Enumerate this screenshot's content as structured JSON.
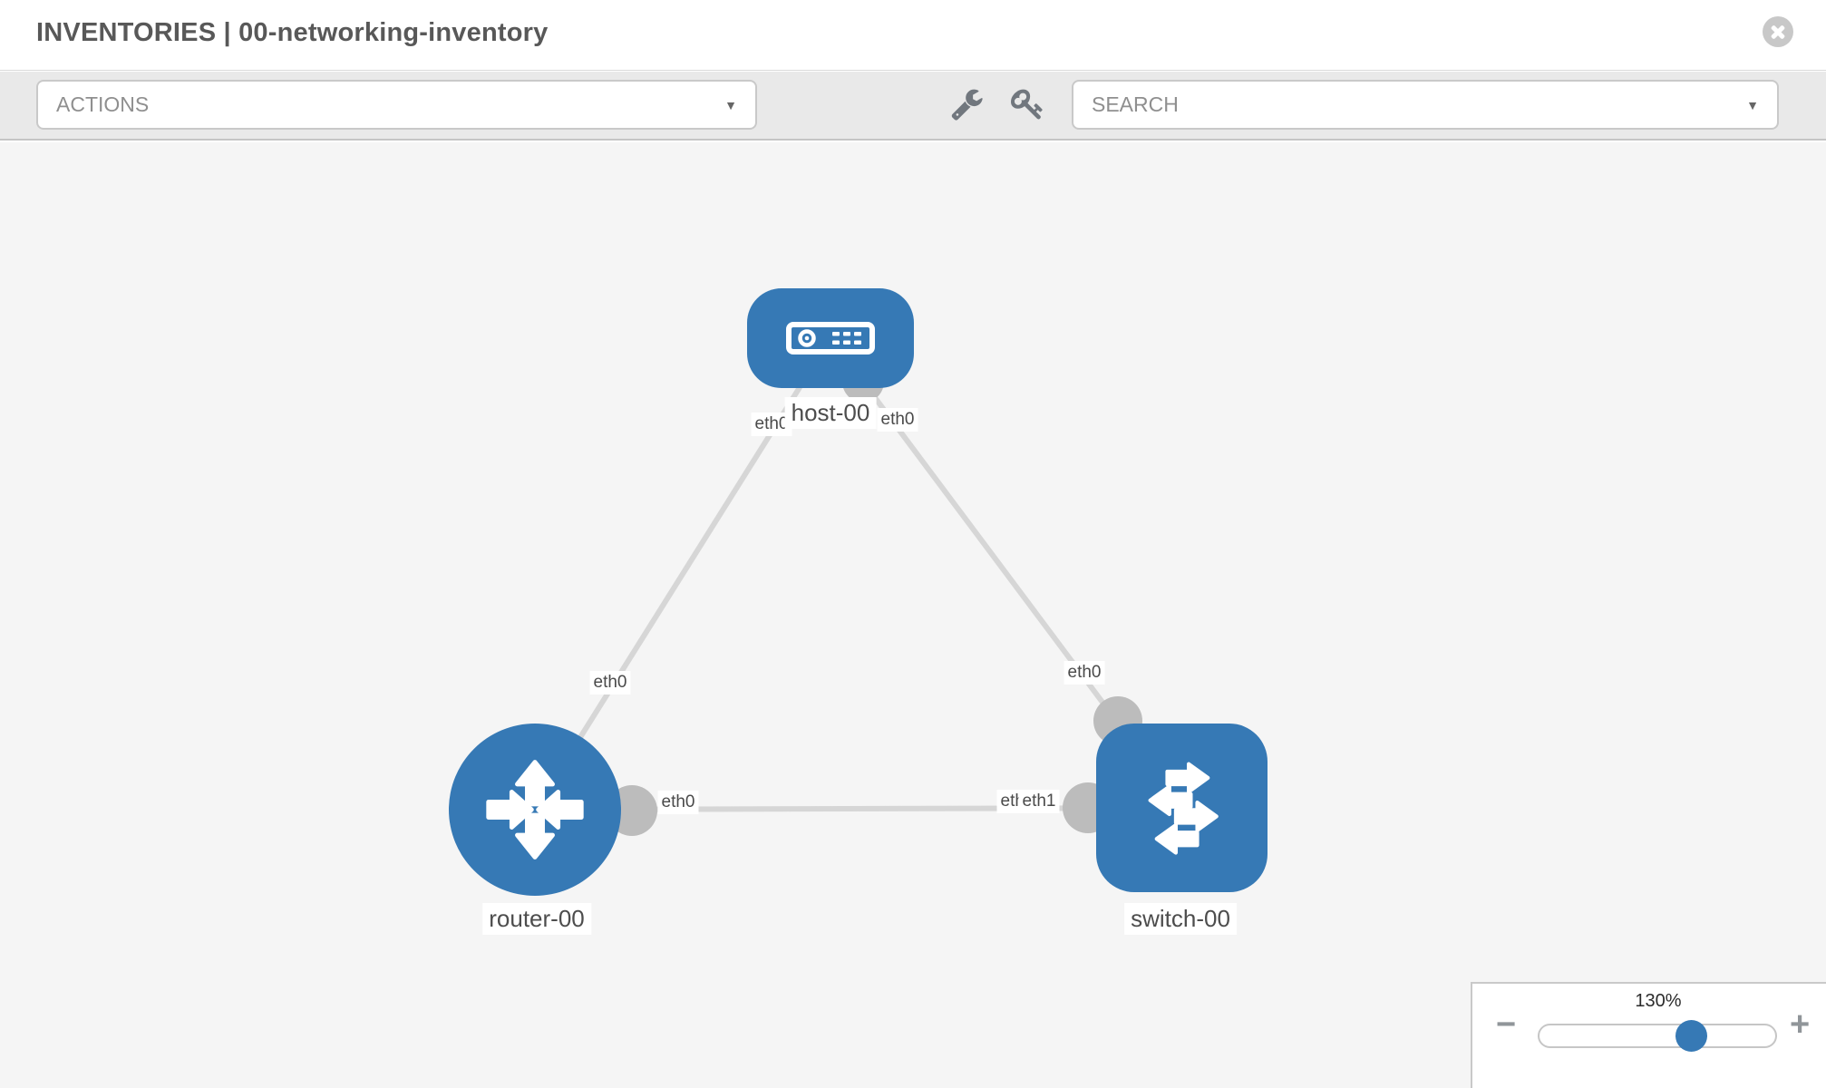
{
  "header": {
    "title": "INVENTORIES | 00-networking-inventory"
  },
  "toolbar": {
    "actions": {
      "label": "ACTIONS"
    },
    "search": {
      "label": "SEARCH"
    }
  },
  "icons": {
    "caret": "▼",
    "minus": "−",
    "plus": "+"
  },
  "topology": {
    "nodes": [
      {
        "label": "host-00",
        "type": "host",
        "shape": "rounded-rect",
        "color": "#3679b5"
      },
      {
        "label": "router-00",
        "type": "router",
        "shape": "circle",
        "color": "#3679b5"
      },
      {
        "label": "switch-00",
        "type": "switch",
        "shape": "rounded-square",
        "color": "#3679b5"
      }
    ],
    "interfaces": [
      {
        "text": "eth0",
        "link": "host-router",
        "end": "host"
      },
      {
        "text": "eth0",
        "link": "host-switch",
        "end": "host"
      },
      {
        "text": "eth0",
        "link": "host-router",
        "end": "router"
      },
      {
        "text": "eth0",
        "link": "host-switch",
        "end": "switch"
      },
      {
        "text": "eth0",
        "link": "router-switch",
        "end": "router"
      },
      {
        "text": "eth0",
        "link": "router-switch",
        "end": "switch"
      },
      {
        "text": "eth1",
        "link": "router-switch",
        "end": "switch"
      }
    ],
    "links": [
      {
        "from": "host-00",
        "to": "router-00"
      },
      {
        "from": "host-00",
        "to": "switch-00"
      },
      {
        "from": "router-00",
        "to": "switch-00"
      }
    ]
  },
  "zoom": {
    "level": "130%"
  },
  "colors": {
    "node_blue": "#3679b5",
    "link_gray": "#d6d6d6",
    "endpoint_gray": "#bcbcbc",
    "canvas_bg": "#f5f5f5",
    "toolbar_bg": "#e9e9e9"
  }
}
